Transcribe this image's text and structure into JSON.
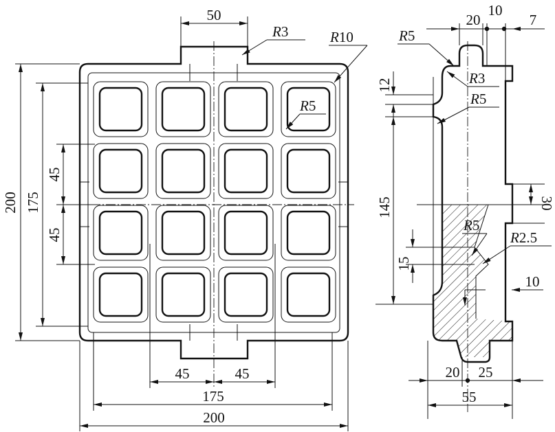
{
  "colors": {
    "line": "#111111",
    "background": "#ffffff"
  },
  "front_view": {
    "dims": {
      "lug_width": "50",
      "height_outer": "200",
      "height_inner": "175",
      "pitch_upper": "45",
      "pitch_lower": "45",
      "bottom_pitch_left": "45",
      "bottom_pitch_right": "45",
      "width_inner": "175",
      "width_outer": "200"
    },
    "radii": {
      "lug_fillet": {
        "sym": "R",
        "val": "3"
      },
      "corner": {
        "sym": "R",
        "val": "10"
      },
      "cell": {
        "sym": "R",
        "val": "5"
      }
    },
    "grid": {
      "rows": 4,
      "cols": 4
    }
  },
  "side_view": {
    "dims": {
      "top_a": "20",
      "top_b": "10",
      "top_c": "7",
      "left_12": "12",
      "left_145": "145",
      "left_15": "15",
      "right_30": "30",
      "rib_10": "10",
      "bottom_20": "20",
      "bottom_25": "25",
      "bottom_55": "55"
    },
    "radii": {
      "top_r5": {
        "sym": "R",
        "val": "5"
      },
      "top_r3": {
        "sym": "R",
        "val": "3"
      },
      "mid_r5": {
        "sym": "R",
        "val": "5"
      },
      "rib_r5": {
        "sym": "R",
        "val": "5"
      },
      "rib_r25": {
        "sym": "R",
        "val": "2.5"
      }
    }
  }
}
